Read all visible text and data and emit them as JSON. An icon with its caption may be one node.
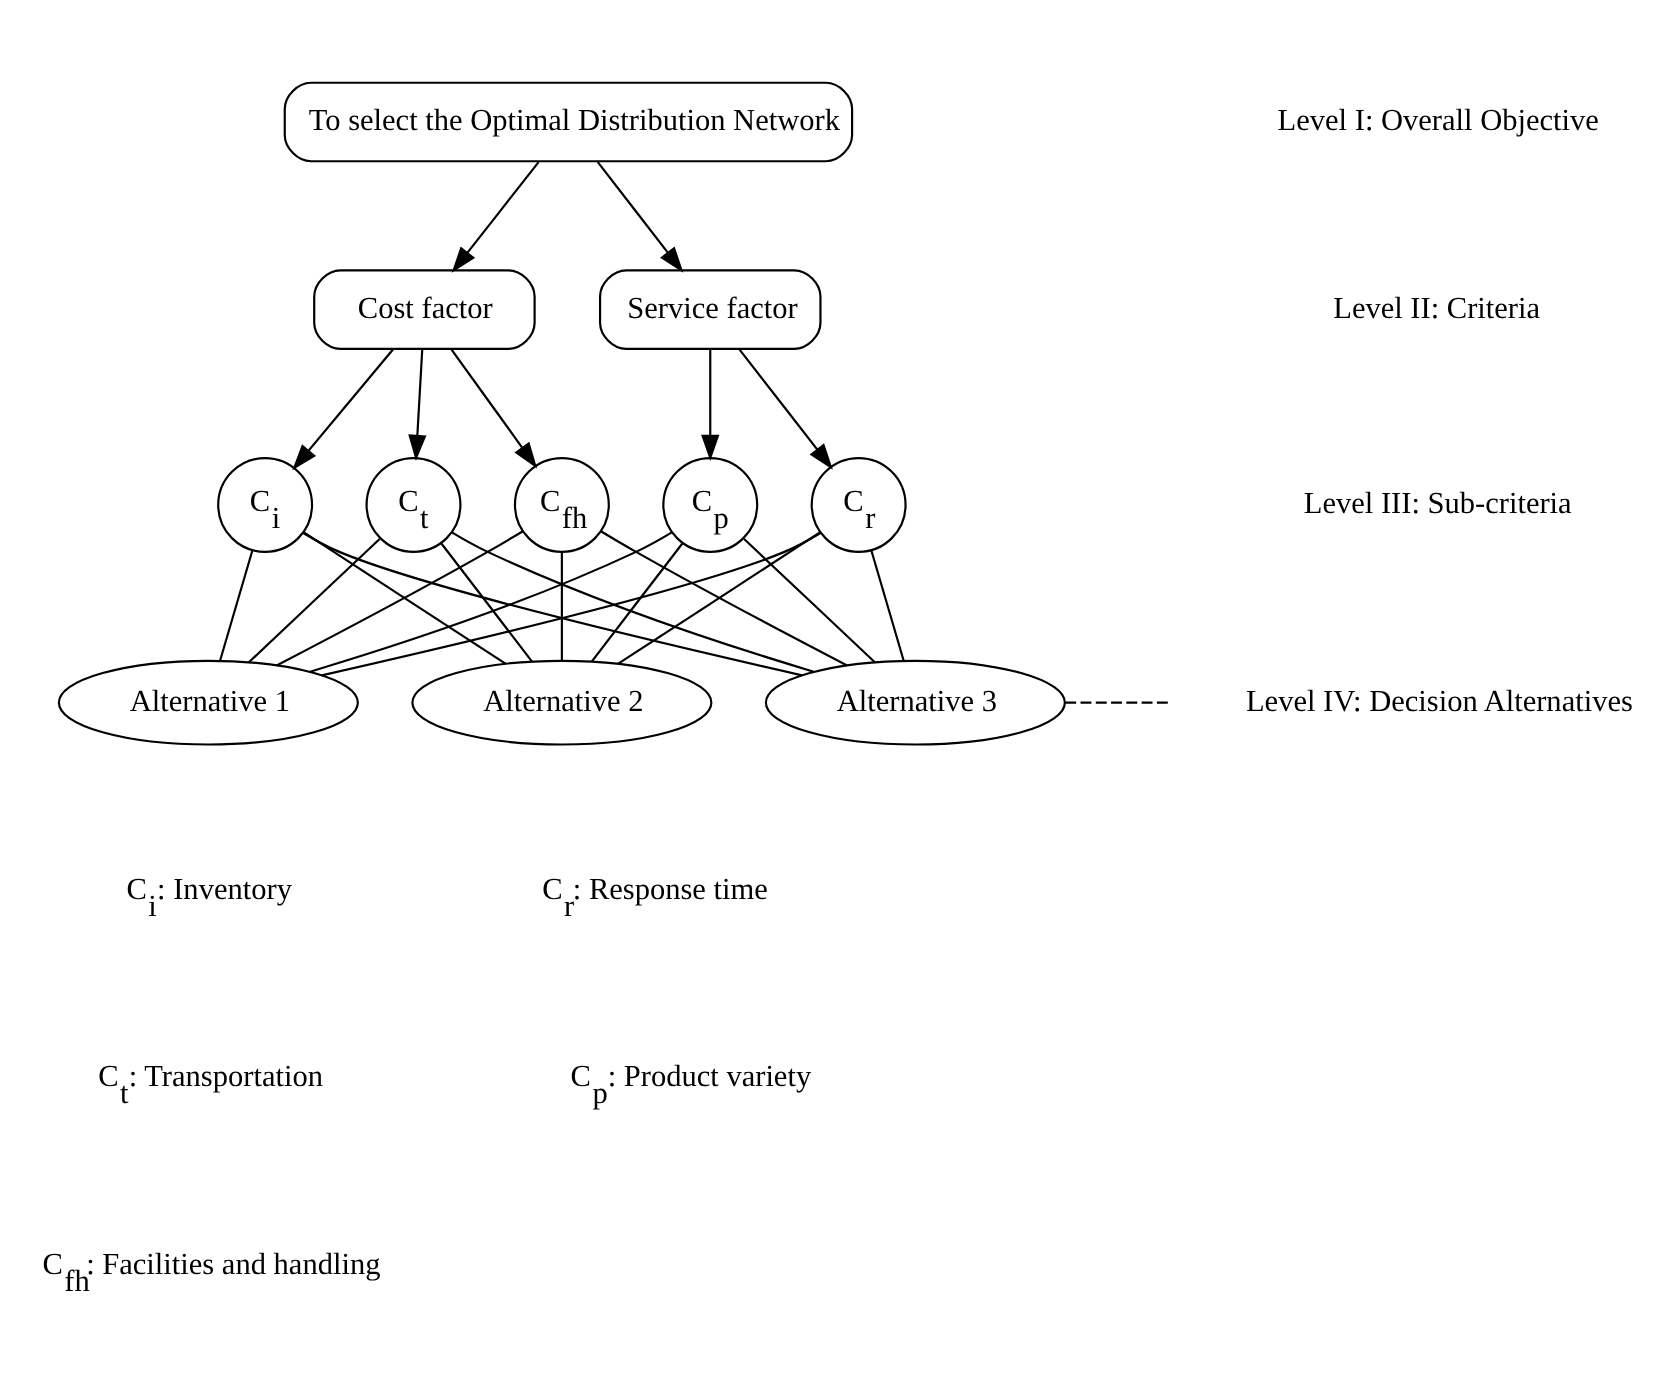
{
  "diagram": {
    "nodes": [
      {
        "text": [
          "To select the Optimal Distribution Network"
        ]
      },
      {
        "text": [
          "Cost factor"
        ]
      },
      {
        "text": [
          "Service factor"
        ]
      },
      {
        "text": [
          "C$_{i}$"
        ]
      },
      {
        "text": [
          "C$_{t}$"
        ]
      },
      {
        "text": [
          "C$_{fh}$"
        ]
      },
      {
        "text": [
          "C$_{r}$"
        ]
      },
      {
        "text": [
          "C$_{p}$"
        ]
      },
      {
        "text": [
          "Alternative 1"
        ]
      },
      {
        "text": [
          "Alternative 2"
        ]
      },
      {
        "text": [
          "Alternative 3"
        ]
      }
    ],
    "edges": [
      {
        "from": 0,
        "to": 1,
        "arrow": "to"
      },
      {
        "from": 0,
        "to": 2,
        "arrow": "to"
      },
      {
        "from": 1,
        "to": 3,
        "arrow": "to"
      },
      {
        "from": 1,
        "to": 4,
        "arrow": "to"
      },
      {
        "from": 1,
        "to": 5,
        "arrow": "to"
      },
      {
        "from": 2,
        "to": 6,
        "arrow": "to"
      },
      {
        "from": 2,
        "to": 7,
        "arrow": "to"
      },
      {
        "from": 3,
        "to": 8,
        "arrow": "none"
      },
      {
        "from": 3,
        "to": 9,
        "arrow": "none"
      },
      {
        "from": 3,
        "to": 10,
        "arrow": "none"
      },
      {
        "from": 4,
        "to": 8,
        "arrow": "none"
      },
      {
        "from": 4,
        "to": 9,
        "arrow": "none"
      },
      {
        "from": 4,
        "to": 10,
        "arrow": "none"
      },
      {
        "from": 5,
        "to": 8,
        "arrow": "none"
      },
      {
        "from": 5,
        "to": 9,
        "arrow": "none"
      },
      {
        "from": 5,
        "to": 10,
        "arrow": "none"
      },
      {
        "from": 6,
        "to": 8,
        "arrow": "none"
      },
      {
        "from": 6,
        "to": 9,
        "arrow": "none"
      },
      {
        "from": 6,
        "to": 10,
        "arrow": "none"
      },
      {
        "from": 7,
        "to": 8,
        "arrow": "none"
      },
      {
        "from": 7,
        "to": 9,
        "arrow": "none"
      },
      {
        "from": 7,
        "to": 10,
        "arrow": "none"
      },
      {
        "from": 10,
        "to": null,
        "arrow": "none",
        "style": "dashed"
      }
    ],
    "labels": [
      "Level I: Overall Objective",
      "Level II: Criteria",
      "Level III: Sub-criteria",
      "Level IV: Decision Alternatives",
      "C$_{i}$: Inventory",
      "C$_{r}$: Response time",
      "C$_{t}$: Transportation",
      "C$_{p}$: Product variety",
      "C$_{fh}$: Facilities and handling"
    ]
  }
}
